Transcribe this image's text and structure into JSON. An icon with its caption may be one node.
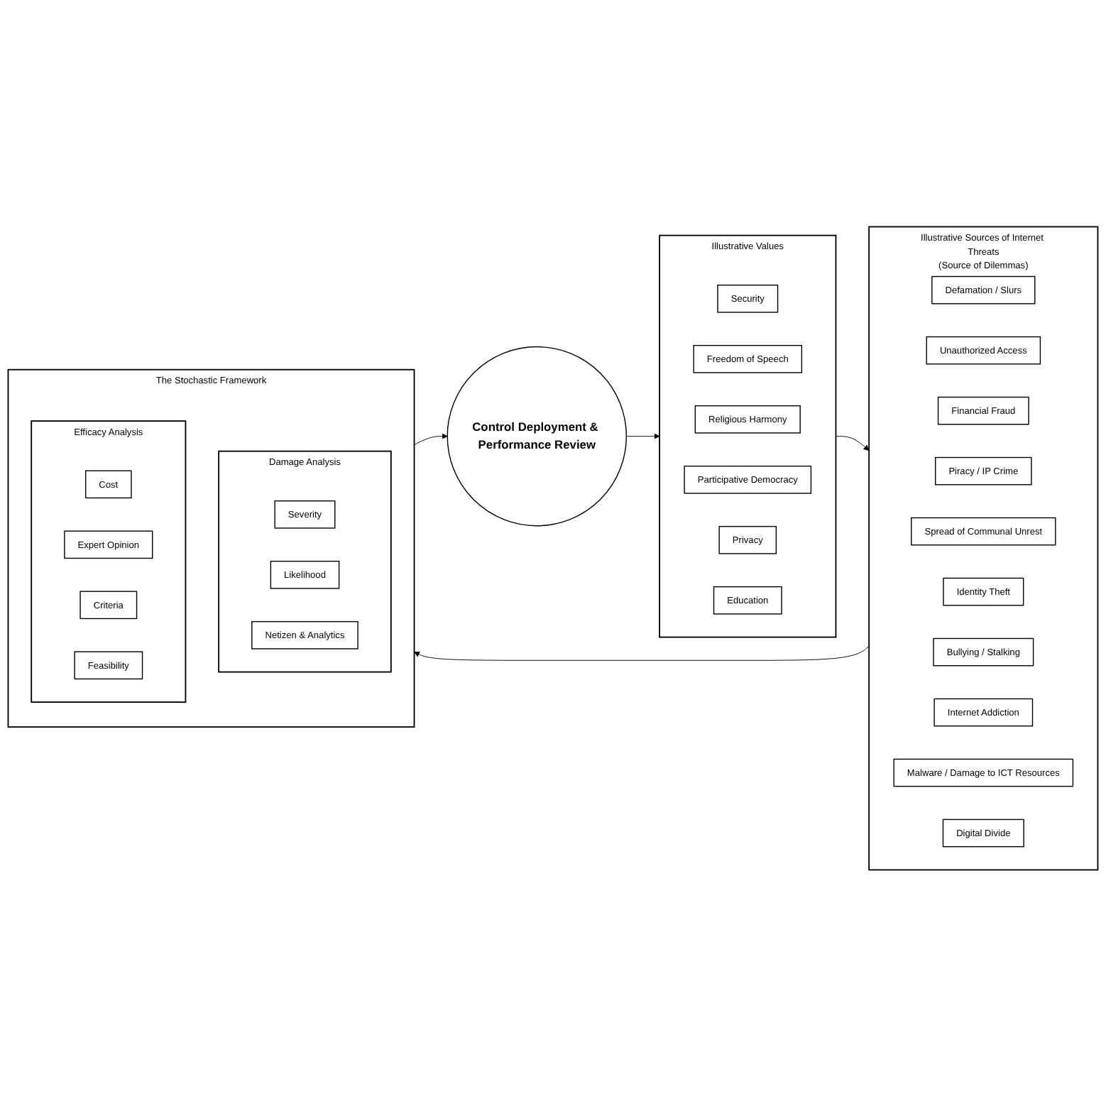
{
  "diagram": {
    "nodes": [
      {
        "text": [
          "Illustrative Sources of Internet Threats",
          "(Source of Dilemmas)"
        ]
      },
      {
        "text": [
          "Defamation / Slurs"
        ],
        "in": 0
      },
      {
        "text": [
          "Unauthorized Access"
        ],
        "in": 0
      },
      {
        "text": [
          "Financial Fraud"
        ],
        "in": 0
      },
      {
        "text": [
          "Piracy / IP Crime"
        ],
        "in": 0
      },
      {
        "text": [
          "Spread of Communal Unrest"
        ],
        "in": 0
      },
      {
        "text": [
          "Identity Theft"
        ],
        "in": 0
      },
      {
        "text": [
          "Bullying / Stalking"
        ],
        "in": 0
      },
      {
        "text": [
          "Internet Addiction"
        ],
        "in": 0
      },
      {
        "text": [
          "Malware / Damage to ICT Resources"
        ],
        "in": 0
      },
      {
        "text": [
          "Digital Divide"
        ],
        "in": 0
      },
      {
        "text": [
          "Illustrative Values"
        ]
      },
      {
        "text": [
          "Security"
        ],
        "in": 11
      },
      {
        "text": [
          "Freedom of Speech"
        ],
        "in": 11
      },
      {
        "text": [
          "Religious Harmony"
        ],
        "in": 11
      },
      {
        "text": [
          "Participative Democracy"
        ],
        "in": 11
      },
      {
        "text": [
          "Privacy"
        ],
        "in": 11
      },
      {
        "text": [
          "Education"
        ],
        "in": 11
      },
      {
        "text": [
          "Control Deployment & Performance Review"
        ]
      },
      {
        "text": [
          "The Stochastic Framework"
        ]
      },
      {
        "text": [
          "Damage Analysis"
        ],
        "in": 19
      },
      {
        "text": [
          "Severity"
        ],
        "in": 20
      },
      {
        "text": [
          "Likelihood"
        ],
        "in": 20
      },
      {
        "text": [
          "Netizen & Analytics"
        ],
        "in": 20
      },
      {
        "text": [
          "Efficacy Analysis"
        ],
        "in": 19
      },
      {
        "text": [
          "Cost"
        ],
        "in": 24
      },
      {
        "text": [
          "Expert Opinion"
        ],
        "in": 24
      },
      {
        "text": [
          "Criteria"
        ],
        "in": 24
      },
      {
        "text": [
          "Feasibility"
        ],
        "in": 24
      }
    ],
    "edges": [
      {
        "from": 11,
        "to": 0,
        "arrow": "to"
      },
      {
        "from": 18,
        "to": 11,
        "arrow": "to"
      },
      {
        "from": 19,
        "to": 18,
        "arrow": "to"
      },
      {
        "from": 0,
        "to": 19,
        "arrow": "to"
      }
    ]
  }
}
